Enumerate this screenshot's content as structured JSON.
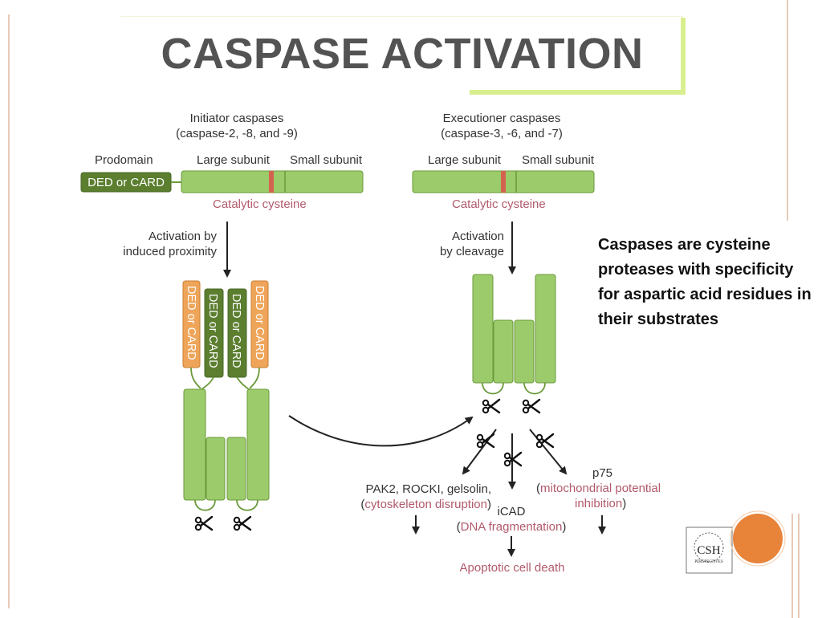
{
  "title": "CASPASE ACTIVATION",
  "initiator": {
    "heading_line1": "Initiator caspases",
    "heading_line2": "(caspase-2, -8, and -9)",
    "prodomain_label": "Prodomain",
    "large_label": "Large subunit",
    "small_label": "Small subunit",
    "ded_label": "DED or CARD",
    "cys_label": "Catalytic cysteine",
    "activation_line1": "Activation by",
    "activation_line2": "induced proximity",
    "dimer_ded_label": "DED or CARD"
  },
  "executioner": {
    "heading_line1": "Executioner caspases",
    "heading_line2": "(caspase-3, -6, and -7)",
    "large_label": "Large subunit",
    "small_label": "Small subunit",
    "cys_label": "Catalytic cysteine",
    "activation_line1": "Activation",
    "activation_line2": "by cleavage"
  },
  "note": "Caspases are cysteine proteases with specificity for aspartic acid residues in their substrates",
  "substrates": {
    "left_line1": "PAK2, ROCKI, gelsolin,",
    "left_open": "(",
    "left_red": "cytoskeleton disruption",
    "left_close": ")",
    "mid_line1": "iCAD",
    "mid_open": "(",
    "mid_red": "DNA fragmentation",
    "mid_close": ")",
    "right_line1": "p75",
    "right_open": "(",
    "right_red_line1": "mitochondrial potential",
    "right_red_line2": "inhibition",
    "right_close": ")"
  },
  "outcome": "Apoptotic cell death",
  "logo": {
    "text": "CSH",
    "subtext": "PERSPECTIVES"
  },
  "colors": {
    "green": "#9ccb6b",
    "green_stroke": "#6a9a3a",
    "dark_green": "#5b7e2f",
    "orange": "#eea55a",
    "red_text": "#b25a6c",
    "cys_red": "#d3634f",
    "accent": "#d9ee8f",
    "circle": "#e8833a"
  }
}
